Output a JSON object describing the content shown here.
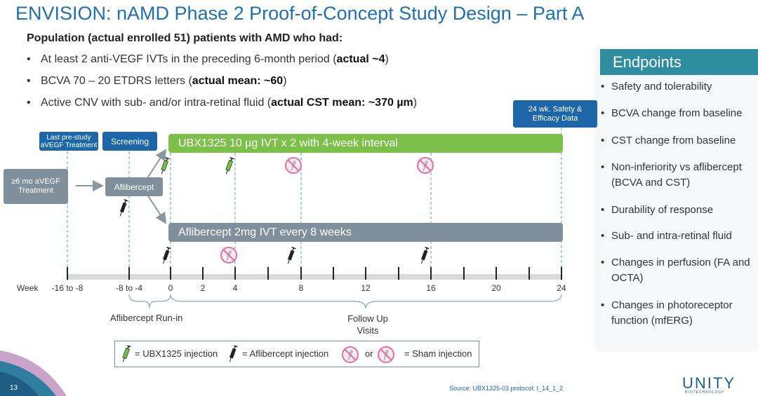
{
  "title": "ENVISION:  nAMD Phase 2 Proof-of-Concept Study Design – Part A",
  "population": "Population (actual enrolled 51) patients with AMD who had:",
  "bullets": [
    {
      "text": "At least 2 anti-VEGF IVTs in the preceding 6-month period (",
      "bold": "actual ~4",
      "end": ")"
    },
    {
      "text": "BCVA 70 – 20 ETDRS letters (",
      "bold": "actual mean: ~60",
      "end": ")"
    },
    {
      "text": "Active CNV with sub- and/or intra-retinal fluid (",
      "bold": "actual CST mean: ~370 µm",
      "end": ")"
    }
  ],
  "bullet_char": "•",
  "endpoints": {
    "header": "Endpoints",
    "items": [
      "Safety and tolerability",
      "BCVA change from baseline",
      "CST change from baseline",
      "Non-inferiority vs aflibercept (BCVA and CST)",
      "Durability of response",
      "Sub- and intra-retinal fluid",
      "Changes in perfusion (FA and OCTA)",
      "Changes in photoreceptor function (mfERG)"
    ]
  },
  "boxes": {
    "last_prestudy": "Last pre-study aVEGF Treatment",
    "screening": "Screening",
    "prior_treatment": "≥6 mo aVEGF Treatment",
    "aflibercept": "Aflibercept",
    "safety": "24 wk. Safety & Efficacy Data"
  },
  "arms": {
    "ubx": "UBX1325 10 µg IVT x 2 with 4-week interval",
    "afl": "Aflibercept 2mg IVT every 8 weeks"
  },
  "axis": {
    "label": "Week",
    "ticks": [
      "-16 to -8",
      "-8 to -4",
      "0",
      "2",
      "4",
      "8",
      "12",
      "16",
      "20",
      "24"
    ]
  },
  "brackets": {
    "runin": "Aflibercept Run-in",
    "followup": "Follow Up Visits"
  },
  "legend": {
    "ubx": "= UBX1325 injection",
    "afl": "= Aflibercept injection",
    "or": "or",
    "sham": "= Sham injection"
  },
  "colors": {
    "title": "#1f6fb5",
    "ubx_green": "#7cc04a",
    "afl_gray": "#7f8f9b",
    "navy_box": "#1d67a8",
    "endpoint_teal": "#2e8d9e",
    "sham_pink": "#e36fa1"
  },
  "footer": {
    "page": "13",
    "source": "Source: UBX1325-03 protocol; t_14_1_2",
    "logo": "UNITY",
    "logo_sub": "BIOTECHNOLOGY"
  }
}
